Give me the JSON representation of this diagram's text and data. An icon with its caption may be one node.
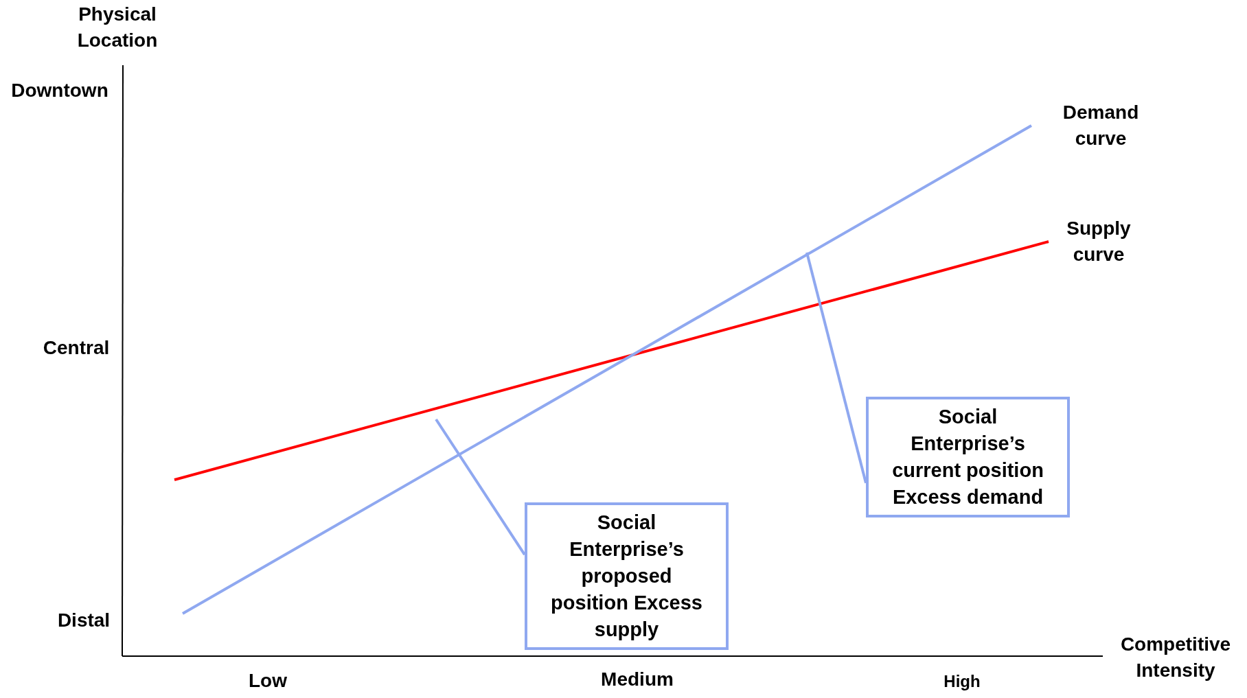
{
  "diagram": {
    "nodes": [
      {
        "text": [
          "Social Enterprise’s proposed position Excess supply"
        ]
      },
      {
        "text": [
          "Social Enterprise’s current position Excess demand"
        ]
      }
    ],
    "edges": [
      {
        "from": 0,
        "to": null,
        "arrow": "none"
      },
      {
        "from": 1,
        "to": null,
        "arrow": "none"
      }
    ],
    "labels": [
      "Physical Location",
      "Downtown",
      "Demand curve",
      "Supply curve",
      "Central",
      "Distal",
      "Competitive Intensity",
      "Low",
      "Medium",
      "High"
    ]
  }
}
